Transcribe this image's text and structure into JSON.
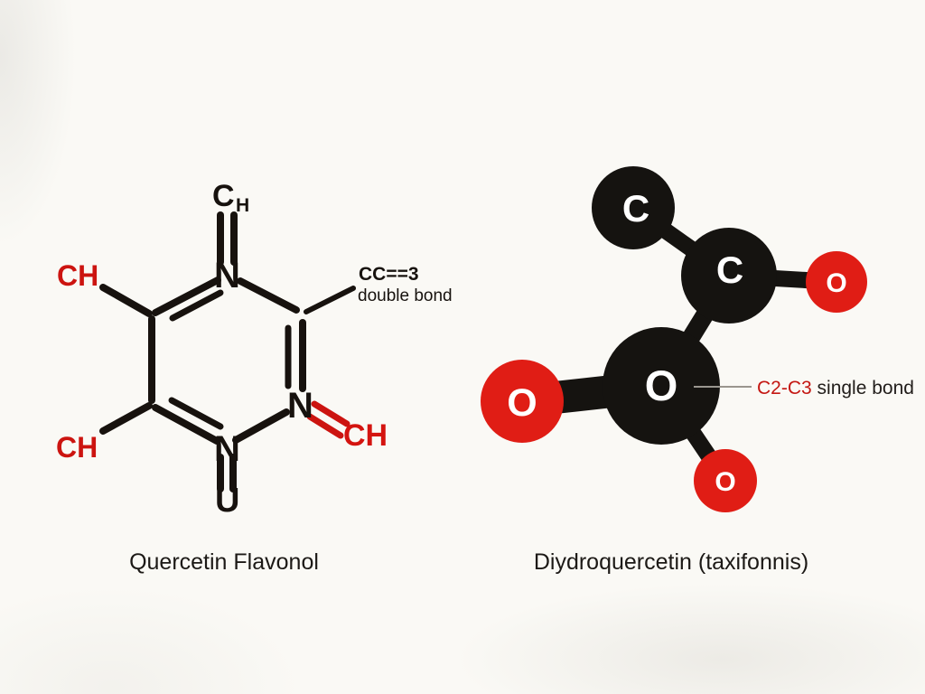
{
  "left_diagram": {
    "caption": "Quercetin Flavonol",
    "top_atom": {
      "symbol": "C",
      "subscript": "H"
    },
    "ring_atoms": {
      "top": "N",
      "lower_right": "N",
      "bottom": "N"
    },
    "bottom_atom": "U",
    "substituents": {
      "upper_left": "CH",
      "lower_left": "CH",
      "right": "CH"
    },
    "annotation": {
      "line1": "CC==3",
      "line2": "double bond"
    }
  },
  "right_diagram": {
    "caption": "Diydroquercetin (taxifonnis)",
    "atoms": [
      {
        "label": "C",
        "color": "#151310"
      },
      {
        "label": "C",
        "color": "#151310"
      },
      {
        "label": "O",
        "color": "#e01d15"
      },
      {
        "label": "O",
        "color": "#151310"
      },
      {
        "label": "O",
        "color": "#e01d15"
      },
      {
        "label": "O",
        "color": "#e01d15"
      }
    ],
    "annotation": {
      "highlight": "C2-C3",
      "rest": " single bond"
    }
  },
  "colors": {
    "background": "#faf9f5",
    "bond_black": "#17120e",
    "highlight_red": "#cc1410",
    "oxygen_red": "#e01d15",
    "carbon_black": "#151310",
    "callout_gray": "#9a968f"
  }
}
